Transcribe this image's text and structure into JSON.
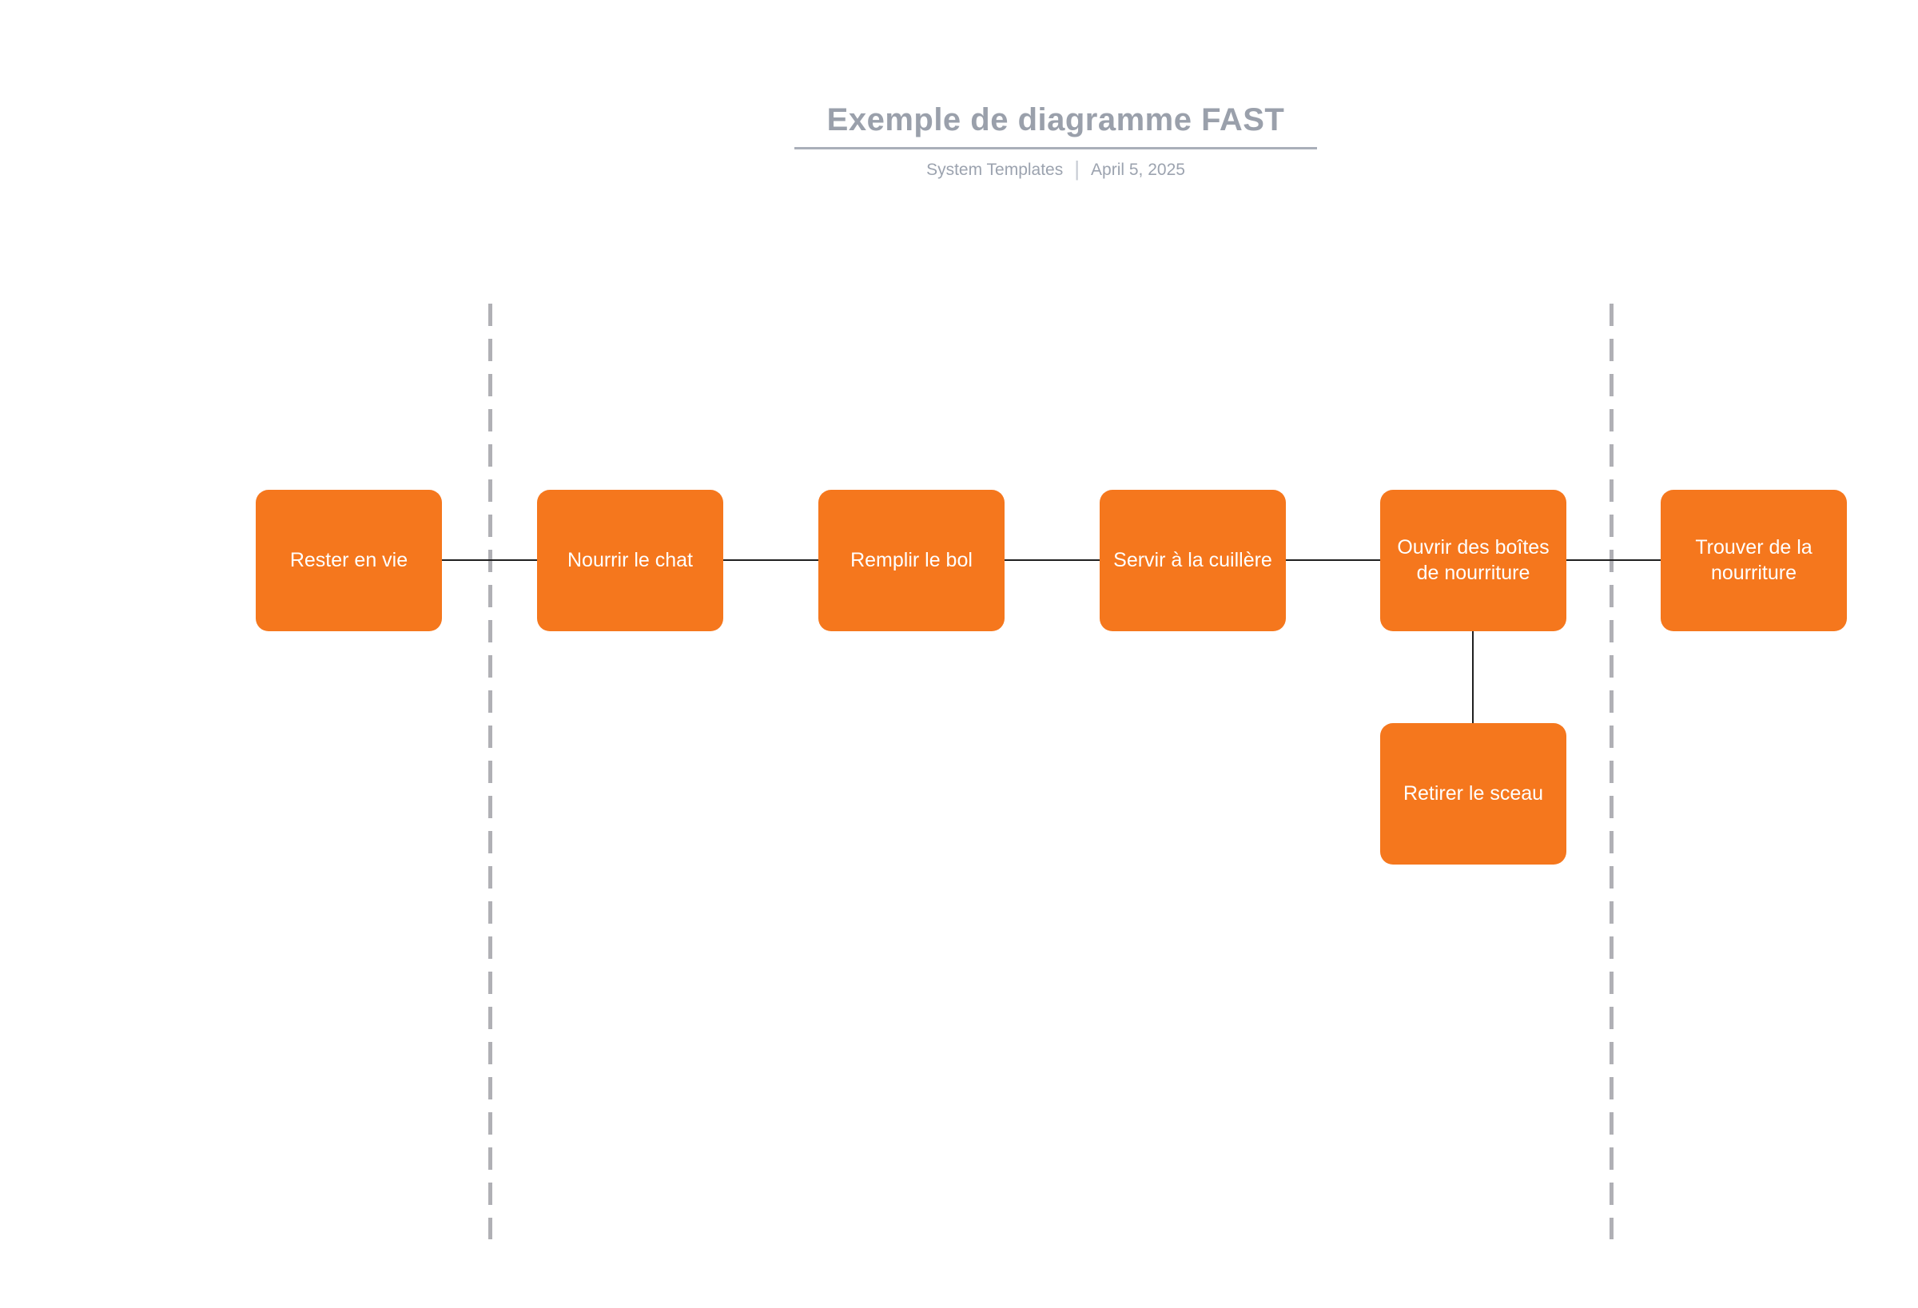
{
  "header": {
    "title": "Exemple de diagramme FAST",
    "author": "System Templates",
    "separator": "|",
    "date": "April 5, 2025"
  },
  "diagram": {
    "type": "FAST",
    "nodes": [
      {
        "id": "rester-en-vie",
        "label": "Rester en vie"
      },
      {
        "id": "nourrir-le-chat",
        "label": "Nourrir le chat"
      },
      {
        "id": "remplir-le-bol",
        "label": "Remplir le bol"
      },
      {
        "id": "servir-a-la-cuillere",
        "label": "Servir à la cuillère"
      },
      {
        "id": "ouvrir-des-boites-de-nourriture",
        "label": "Ouvrir des boîtes de nourriture"
      },
      {
        "id": "trouver-de-la-nourriture",
        "label": "Trouver de la nourriture"
      },
      {
        "id": "retirer-le-sceau",
        "label": "Retirer le sceau"
      }
    ],
    "edges": [
      {
        "from": "rester-en-vie",
        "to": "nourrir-le-chat"
      },
      {
        "from": "nourrir-le-chat",
        "to": "remplir-le-bol"
      },
      {
        "from": "remplir-le-bol",
        "to": "servir-a-la-cuillere"
      },
      {
        "from": "servir-a-la-cuillere",
        "to": "ouvrir-des-boites-de-nourriture"
      },
      {
        "from": "ouvrir-des-boites-de-nourriture",
        "to": "trouver-de-la-nourriture"
      },
      {
        "from": "ouvrir-des-boites-de-nourriture",
        "to": "retirer-le-sceau"
      }
    ],
    "scope_lines": 2
  },
  "colors": {
    "node_fill": "#F5771D",
    "node_text": "#FFFFFF",
    "connector": "#202020",
    "scope_line": "#B0B0B5",
    "title_text": "#9AA0AB",
    "subtitle_text": "#9CA3AF",
    "title_rule": "#A9AFB9",
    "separator": "#C6CBD3",
    "canvas_bg": "#FFFFFF"
  }
}
